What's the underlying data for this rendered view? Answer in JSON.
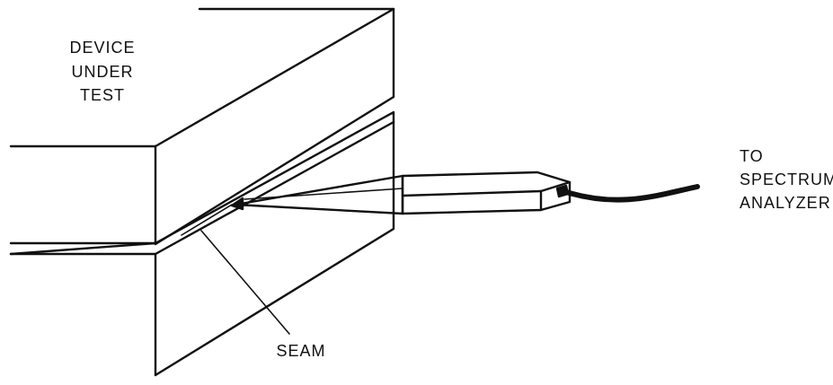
{
  "labels": {
    "device_line1": "DEVICE",
    "device_line2": "UNDER",
    "device_line3": "TEST",
    "to_line1": "TO",
    "to_line2": "SPECTRUM",
    "to_line3": "ANALYZER",
    "seam": "SEAM"
  }
}
